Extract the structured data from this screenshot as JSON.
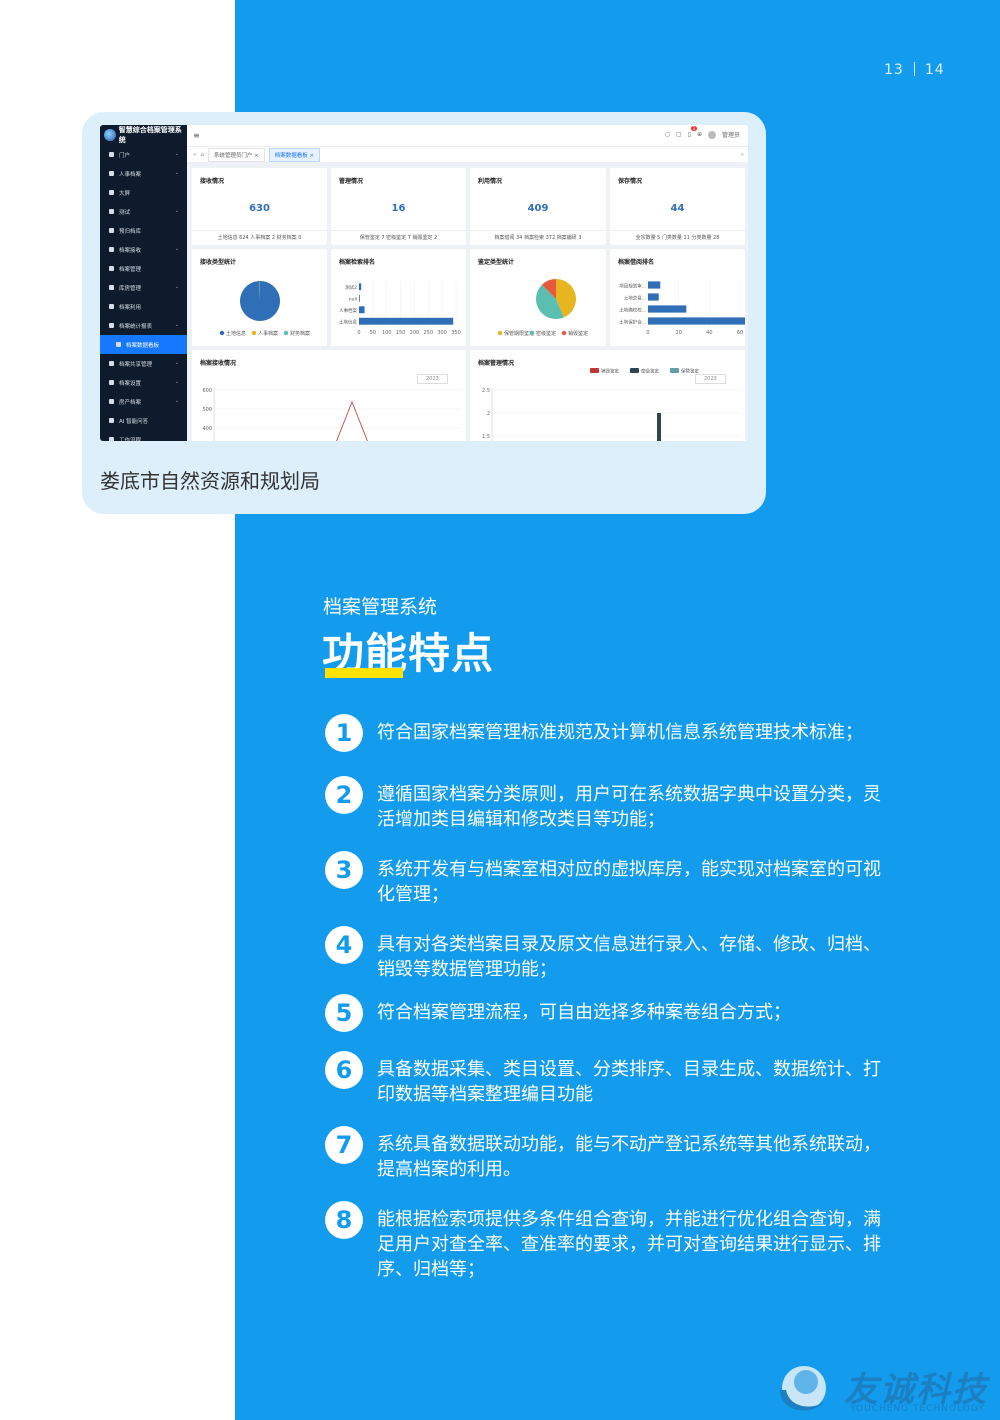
{
  "page": {
    "left_num": "13",
    "right_num": "14"
  },
  "caption": "娄底市自然资源和规划局",
  "app": {
    "title": "智慧综合档案管理系统",
    "sidebar": [
      "门户",
      "人事档案",
      "大屏",
      "测试",
      "预归档库",
      "档案接收",
      "档案管理",
      "库房管理",
      "档案利用",
      "档案统计报表",
      "档案数据看板",
      "档案共享管理",
      "档案设置",
      "房产档案",
      "AI 智能问答",
      "工作流程"
    ],
    "tabs": [
      "系统管理员门户 ×",
      "档案数据看板 ×"
    ],
    "user": "管理员",
    "badge": "3",
    "stats": [
      {
        "title": "接收情况",
        "value": "630",
        "foot": "土地信息 624 人事档案 2 财务档案 0"
      },
      {
        "title": "管理情况",
        "value": "16",
        "foot": "保管鉴定 7 密级鉴定 7 销毁鉴定 2"
      },
      {
        "title": "利用情况",
        "value": "409",
        "foot": "档案借阅 34 档案检索 372 档案编研 3"
      },
      {
        "title": "保存情况",
        "value": "44",
        "foot": "全宗数量 5 门类数量 11 分类数量 28"
      }
    ],
    "panels": {
      "receive_type": "接收类型统计",
      "search_rank": "档案检索排名",
      "appraisal_type": "鉴定类型统计",
      "borrow_rank": "档案借阅排名",
      "receive_status": "档案接收情况",
      "manage_status": "档案管理情况",
      "year": "2023"
    }
  },
  "chart_data": [
    {
      "type": "pie",
      "title": "接收类型统计",
      "categories": [
        "土地信息",
        "人事档案",
        "财务档案"
      ],
      "values": [
        624,
        2,
        0
      ]
    },
    {
      "type": "bar",
      "title": "档案检索排名",
      "categories": [
        "测试2",
        "null",
        "人事档案",
        "土地信息"
      ],
      "values": [
        8,
        3,
        20,
        340
      ],
      "xlim": [
        0,
        350
      ],
      "xticks": [
        "0",
        "50",
        "100",
        "150",
        "200",
        "250",
        "300",
        "350"
      ]
    },
    {
      "type": "pie",
      "title": "鉴定类型统计",
      "categories": [
        "保管期限鉴定",
        "密级鉴定",
        "销毁鉴定"
      ],
      "values": [
        7,
        7,
        2
      ]
    },
    {
      "type": "bar",
      "title": "档案借阅排名",
      "categories": [
        "项目规划审...",
        "土地交易...",
        "土地确权权...",
        "土地保护合..."
      ],
      "values": [
        8,
        7,
        25,
        65
      ],
      "xlim": [
        0,
        60
      ],
      "xticks": [
        "0",
        "20",
        "40",
        "60"
      ]
    },
    {
      "type": "line",
      "title": "档案接收情况",
      "yticks": [
        "600",
        "500",
        "400"
      ]
    },
    {
      "type": "bar",
      "title": "档案管理情况",
      "series": [
        {
          "name": "销毁鉴定"
        },
        {
          "name": "密级鉴定"
        },
        {
          "name": "保管鉴定"
        }
      ],
      "yticks": [
        "2.5",
        "2",
        "1.5"
      ]
    }
  ],
  "section": {
    "subtitle": "档案管理系统",
    "title": "功能特点"
  },
  "features": [
    {
      "n": "1",
      "text": "符合国家档案管理标准规范及计算机信息系统管理技术标准；"
    },
    {
      "n": "2",
      "text": "遵循国家档案分类原则，用户可在系统数据字典中设置分类，灵活增加类目编辑和修改类目等功能；"
    },
    {
      "n": "3",
      "text": "系统开发有与档案室相对应的虚拟库房，能实现对档案室的可视化管理；"
    },
    {
      "n": "4",
      "text": "具有对各类档案目录及原文信息进行录入、存储、修改、归档、销毁等数据管理功能；"
    },
    {
      "n": "5",
      "text": "符合档案管理流程，可自由选择多种案卷组合方式；"
    },
    {
      "n": "6",
      "text": "具备数据采集、类目设置、分类排序、目录生成、数据统计、打印数据等档案整理编目功能"
    },
    {
      "n": "7",
      "text": "系统具备数据联动功能，能与不动产登记系统等其他系统联动，提高档案的利用。"
    },
    {
      "n": "8",
      "text": "能根据检索项提供多条件组合查询，并能进行优化组合查询，满足用户对查全率、查准率的要求，并可对查询结果进行显示、排序、归档等；"
    }
  ],
  "brand": {
    "cn": "友诚科技",
    "en": "YOUCHENG TECHNOLOGY"
  },
  "colors": {
    "primary": "#139cee",
    "accent": "#ffe200",
    "bar": "#2f6fb7"
  }
}
